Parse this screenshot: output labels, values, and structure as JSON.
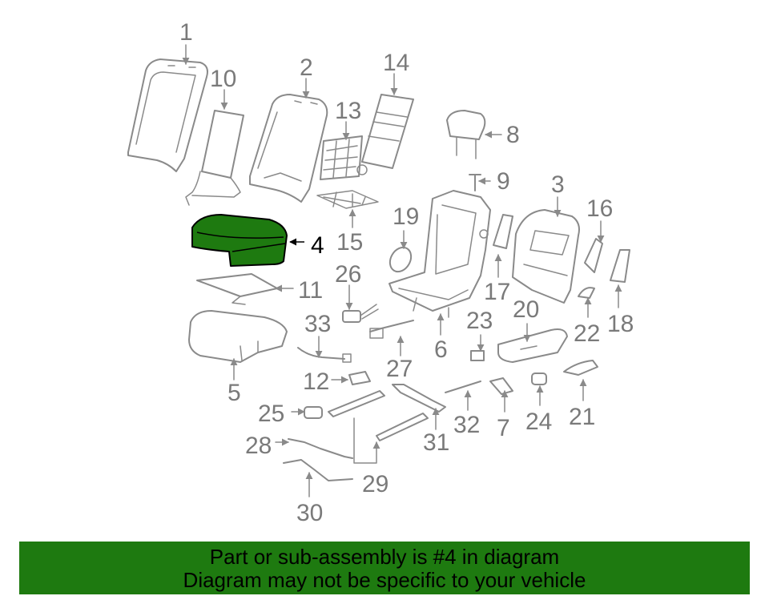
{
  "highlight_color": "#1e7a10",
  "diagram": {
    "highlighted_part": "4",
    "callouts": [
      "1",
      "2",
      "3",
      "4",
      "5",
      "6",
      "7",
      "8",
      "9",
      "10",
      "11",
      "12",
      "13",
      "14",
      "15",
      "16",
      "17",
      "18",
      "19",
      "20",
      "21",
      "22",
      "23",
      "24",
      "25",
      "26",
      "27",
      "28",
      "29",
      "30",
      "31",
      "32",
      "33"
    ]
  },
  "banner": {
    "line1": "Part or sub-assembly is #4 in diagram",
    "line2": "Diagram may not be specific to your vehicle"
  }
}
